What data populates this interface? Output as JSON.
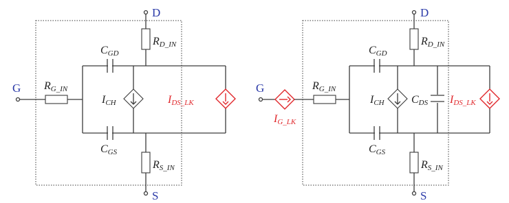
{
  "left": {
    "ports": {
      "drain": "D",
      "gate": "G",
      "source": "S"
    },
    "labels": {
      "rg": {
        "main": "R",
        "sub": "G_IN"
      },
      "rd": {
        "main": "R",
        "sub": "D_IN"
      },
      "rs": {
        "main": "R",
        "sub": "S_IN"
      },
      "cgd": {
        "main": "C",
        "sub": "GD"
      },
      "cgs": {
        "main": "C",
        "sub": "GS"
      },
      "ich": {
        "main": "I",
        "sub": "CH"
      },
      "idslk": {
        "main": "I",
        "sub": "DS_LK"
      }
    }
  },
  "right": {
    "ports": {
      "drain": "D",
      "gate": "G",
      "source": "S"
    },
    "labels": {
      "rg": {
        "main": "R",
        "sub": "G_IN"
      },
      "rd": {
        "main": "R",
        "sub": "D_IN"
      },
      "rs": {
        "main": "R",
        "sub": "S_IN"
      },
      "cgd": {
        "main": "C",
        "sub": "GD"
      },
      "cgs": {
        "main": "C",
        "sub": "GS"
      },
      "ich": {
        "main": "I",
        "sub": "CH"
      },
      "cds": {
        "main": "C",
        "sub": "DS"
      },
      "idslk": {
        "main": "I",
        "sub": "DS_LK"
      },
      "iglk": {
        "main": "I",
        "sub": "G_LK"
      }
    }
  },
  "colors": {
    "wire": "#3a3a3a",
    "leak_source": "#e0262a",
    "port_label": "#2b3aa8"
  }
}
